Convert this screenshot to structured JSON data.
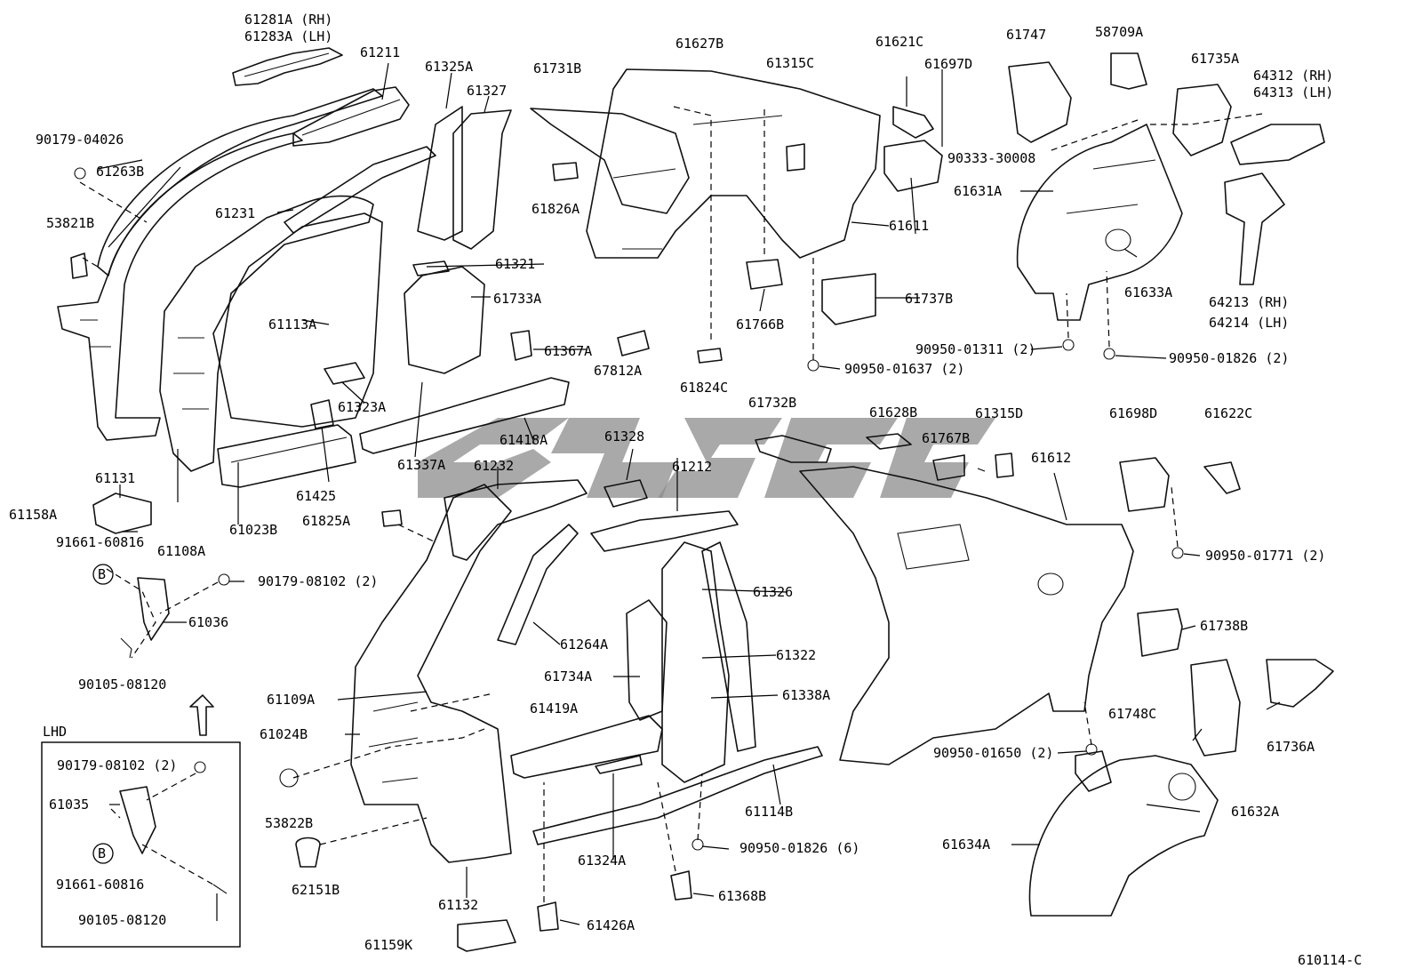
{
  "diagram_id": "610114-C",
  "inset_title": "LHD",
  "callout_letter": "B",
  "accent_color": "#8c8c8c",
  "parts": {
    "p61281A": "61281A (RH)",
    "p61283A": "61283A (LH)",
    "p61211": "61211",
    "p61325A": "61325A",
    "p61327": "61327",
    "p61731B": "61731B",
    "p61627B": "61627B",
    "p61315C": "61315C",
    "p61621C": "61621C",
    "p61697D": "61697D",
    "p61747": "61747",
    "p58709A": "58709A",
    "p61735A": "61735A",
    "p64312": "64312 (RH)",
    "p64313": "64313 (LH)",
    "p90179_04026": "90179-04026",
    "p61263B": "61263B",
    "p53821B": "53821B",
    "p61231": "61231",
    "p61826A": "61826A",
    "p61321": "61321",
    "p61733A": "61733A",
    "p61113A": "61113A",
    "p61611": "61611",
    "p90333_30008": "90333-30008",
    "p61631A": "61631A",
    "p61633A": "61633A",
    "p64213": "64213 (RH)",
    "p64214": "64214 (LH)",
    "p61766B": "61766B",
    "p61737B": "61737B",
    "p61367A": "61367A",
    "p67812A": "67812A",
    "p61824C": "61824C",
    "p90950_01311": "90950-01311 (2)",
    "p90950_01826a": "90950-01826 (2)",
    "p90950_01637": "90950-01637 (2)",
    "p61323A": "61323A",
    "p61732B": "61732B",
    "p61628B": "61628B",
    "p61315D": "61315D",
    "p61698D": "61698D",
    "p61622C": "61622C",
    "p61418A": "61418A",
    "p61328": "61328",
    "p61767B": "61767B",
    "p61612": "61612",
    "p61131": "61131",
    "p61337A": "61337A",
    "p61232": "61232",
    "p61212": "61212",
    "p61425": "61425",
    "p61158A": "61158A",
    "p61108A": "61108A",
    "p61023B": "61023B",
    "p61825A": "61825A",
    "p91661_60816a": "91661-60816",
    "p90950_01771": "90950-01771 (2)",
    "p90179_08102a": "90179-08102 (2)",
    "p61326": "61326",
    "p61036": "61036",
    "p61264A": "61264A",
    "p61738B": "61738B",
    "p61322": "61322",
    "p61734A": "61734A",
    "p90105_08120a": "90105-08120",
    "p61109A": "61109A",
    "p61338A": "61338A",
    "p61419A": "61419A",
    "p61748C": "61748C",
    "p61024B": "61024B",
    "p61736A": "61736A",
    "p90179_08102b": "90179-08102 (2)",
    "p90950_01650": "90950-01650 (2)",
    "p61035": "61035",
    "p61114B": "61114B",
    "p53822B": "53822B",
    "p61632A": "61632A",
    "p61634A": "61634A",
    "p90950_01826b": "90950-01826 (6)",
    "p61324A": "61324A",
    "p91661_60816b": "91661-60816",
    "p62151B": "62151B",
    "p61368B": "61368B",
    "p90105_08120b": "90105-08120",
    "p61132": "61132",
    "p61426A": "61426A",
    "p61159K": "61159K"
  }
}
